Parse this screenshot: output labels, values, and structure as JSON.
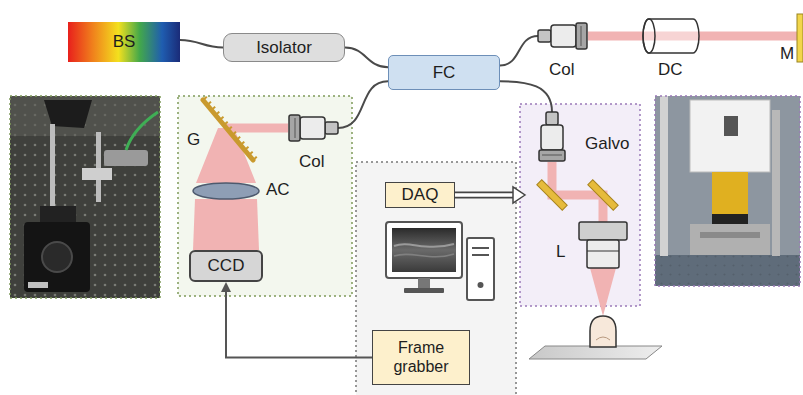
{
  "diagram": {
    "nodes": [
      {
        "text": [
          "BS"
        ]
      },
      {
        "text": [
          "Isolator"
        ]
      },
      {
        "text": [
          "FC"
        ]
      },
      {
        "text": [
          "Col"
        ]
      },
      {
        "text": [
          "DC"
        ]
      },
      {
        "text": [
          "M"
        ]
      },
      {
        "text": [
          "Col"
        ]
      },
      {
        "text": [
          "G"
        ]
      },
      {
        "text": [
          "AC"
        ]
      },
      {
        "text": [
          "CCD"
        ]
      },
      {
        "text": [
          "DAQ"
        ]
      },
      {
        "text": [
          "Frame grabber"
        ]
      },
      {
        "text": [
          "Galvo"
        ]
      },
      {
        "text": [
          "L"
        ]
      }
    ],
    "edges": [
      {
        "from": 0,
        "to": 1,
        "arrow": "none"
      },
      {
        "from": 1,
        "to": 2,
        "arrow": "none"
      },
      {
        "from": 2,
        "to": 3,
        "arrow": "none"
      },
      {
        "from": 3,
        "to": 4,
        "arrow": "none"
      },
      {
        "from": 4,
        "to": 5,
        "arrow": "none"
      },
      {
        "from": 2,
        "to": 6,
        "arrow": "none"
      },
      {
        "from": 6,
        "to": 7,
        "arrow": "none"
      },
      {
        "from": 7,
        "to": 8,
        "arrow": "none"
      },
      {
        "from": 8,
        "to": 9,
        "arrow": "none"
      },
      {
        "from": 2,
        "to": 12,
        "arrow": "none"
      },
      {
        "from": 12,
        "to": 13,
        "arrow": "none"
      },
      {
        "from": 10,
        "to": 12,
        "arrow": "to"
      },
      {
        "from": 11,
        "to": 9,
        "arrow": "to"
      }
    ]
  }
}
